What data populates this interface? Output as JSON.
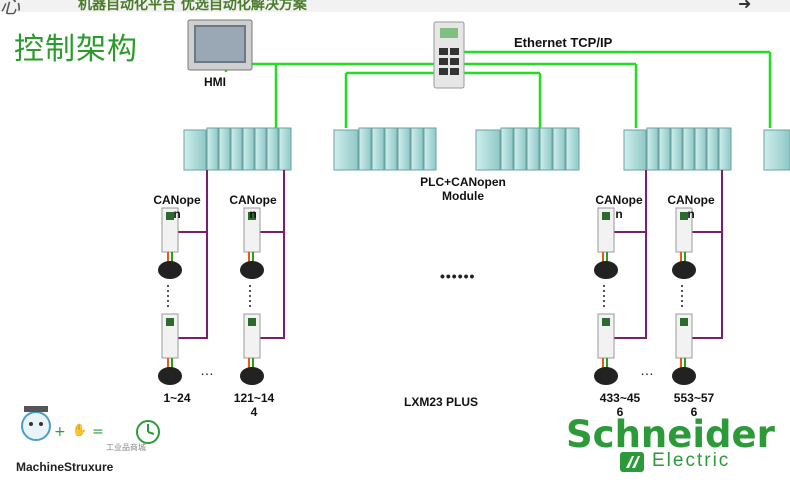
{
  "banner": {
    "text": "机器自动化平台 优选自动化解决方案",
    "logo": "心"
  },
  "title": "控制架构",
  "hmi": {
    "label": "HMI"
  },
  "network": {
    "label": "Ethernet TCP/IP",
    "line_color": "#22dd22"
  },
  "plc": {
    "label_line1": "PLC+CANopen",
    "label_line2": "Module"
  },
  "canopen_labels": [
    "CANope\nn",
    "CANope\nn",
    "CANope\nn",
    "CANope\nn"
  ],
  "ranges": {
    "r1": "1~24",
    "r2_line1": "121~14",
    "r2_line2": "4",
    "r3_line1": "433~45",
    "r3_line2": "6",
    "r4_line1": "553~57",
    "r4_line2": "6"
  },
  "middle_dots": "••••••",
  "ellipsis": "…",
  "drive_label": "LXM23 PLUS",
  "brand": {
    "name": "Schneider",
    "sub": "Electric",
    "color": "#2d9a3a"
  },
  "footer": {
    "machine_struxure": "MachineStruxure",
    "mall_text": "工业品商城"
  },
  "colors": {
    "canopen_bus": "#7a1f6e",
    "module": "#a9d9d6"
  }
}
